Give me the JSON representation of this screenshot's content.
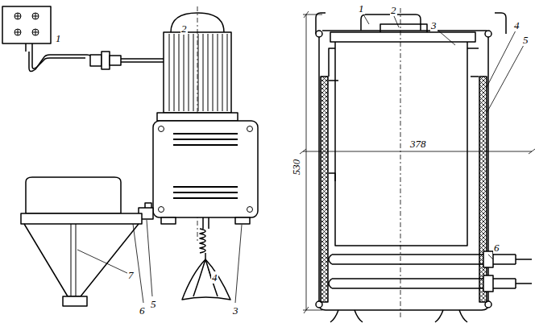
{
  "diagram": {
    "labels": [
      "1",
      "2",
      "3",
      "4",
      "5",
      "6",
      "7",
      "1",
      "2",
      "3",
      "4",
      "5",
      "6",
      "530",
      "378"
    ]
  }
}
